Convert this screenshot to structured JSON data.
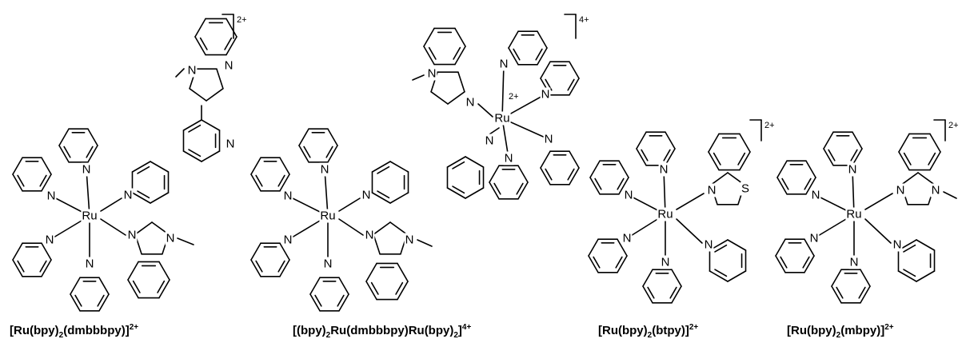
{
  "atoms": {
    "N": "N",
    "Ru": "Ru",
    "S": "S"
  },
  "charges": {
    "dinuclear_inner": "2+",
    "c1": "2+",
    "c2": "4+",
    "c3": "2+",
    "c4": "2+"
  },
  "captions": [
    {
      "pre": "[Ru(bpy)",
      "sub1": "2",
      "mid": "(dmbbbpy)]",
      "sub2": "",
      "post": "",
      "sup": "2+"
    },
    {
      "pre": "[(bpy)",
      "sub1": "2",
      "mid": "Ru(dmbbbpy)Ru(bpy)",
      "sub2": "2",
      "post": "]",
      "sup": "4+"
    },
    {
      "pre": "[Ru(bpy)",
      "sub1": "2",
      "mid": "(btpy)]",
      "sub2": "",
      "post": "",
      "sup": "2+"
    },
    {
      "pre": "[Ru(bpy)",
      "sub1": "2",
      "mid": "(mbpy)]",
      "sub2": "",
      "post": "",
      "sup": "2+"
    }
  ]
}
